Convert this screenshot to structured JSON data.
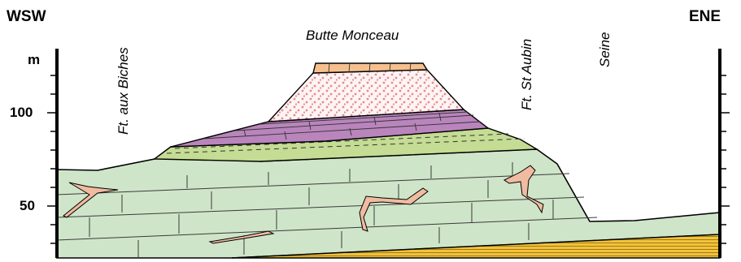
{
  "labels": {
    "left_direction": "WSW",
    "right_direction": "ENE",
    "unit": "m",
    "tick_100": "100",
    "tick_50": "50",
    "fault_left": "Ft. aux Biches",
    "fault_right": "Ft. St Aubin",
    "hill": "Butte Monceau",
    "river": "Seine"
  },
  "colors": {
    "chalk": "#cfe5c9",
    "marl": "#c4dc93",
    "clay": "#b985bc",
    "sand_dots": "#e58b8f",
    "sand_bg": "#fff4f4",
    "cap": "#f5c08e",
    "flint": "#f0bba0",
    "tertiary_base": "#f2c23a"
  }
}
